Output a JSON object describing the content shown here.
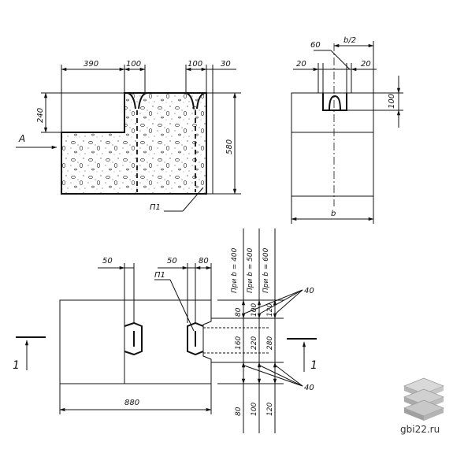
{
  "front_view": {
    "dims": {
      "d390": "390",
      "d100a": "100",
      "d100b": "100",
      "d30": "30",
      "d240": "240",
      "d580": "580"
    },
    "view_arrow": "A",
    "part_label": "П1"
  },
  "side_view": {
    "dims": {
      "d60": "60",
      "b_half": "b/2",
      "d20a": "20",
      "d20b": "20",
      "d100": "100",
      "b": "b"
    }
  },
  "plan_view": {
    "dims": {
      "d50a": "50",
      "d50b": "50",
      "d80": "80",
      "d880": "880"
    },
    "part_label": "П1",
    "headers": [
      "При b = 400",
      "При b = 500",
      "При b = 600"
    ],
    "top_row": [
      "80",
      "100",
      "120"
    ],
    "mid_row": [
      "160",
      "220",
      "280"
    ],
    "bot_row": [
      "80",
      "100",
      "120"
    ],
    "callouts": [
      "40",
      "40"
    ],
    "section_marks": [
      "1",
      "1"
    ]
  },
  "watermark": {
    "site": "gbi22.ru"
  }
}
